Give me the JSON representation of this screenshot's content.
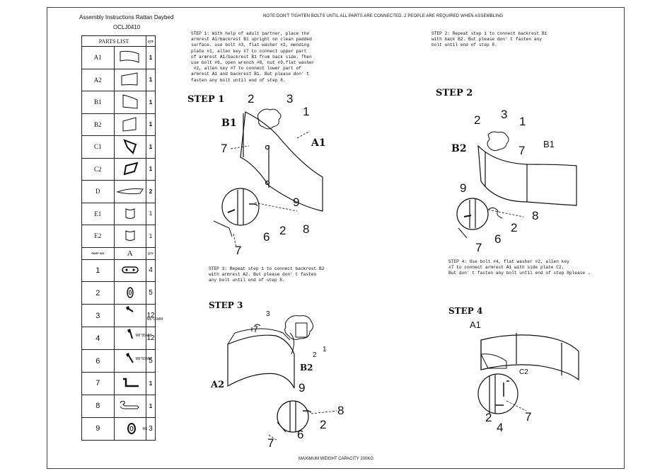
{
  "header": {
    "title": "Assembly Instructions Rattan Daybed",
    "model": "OCLJ0410",
    "note": "NOTE:DON'T TIGHTEN BOLTS UNTIL ALL PARTS ARE CONNECTED. 2 PEOPLE ARE REQUIRED WHEN ASSEMBLING"
  },
  "footer": "MAXIMUM WEIGHT CAPACITY 200KG",
  "parts_list": {
    "title": "PARTS LIST",
    "qty_header": "QTY",
    "rows": [
      {
        "id": "A1",
        "qty": "1",
        "icon": "armrest-panel-icon"
      },
      {
        "id": "A2",
        "qty": "1",
        "icon": "armrest-panel-icon"
      },
      {
        "id": "B1",
        "qty": "1",
        "icon": "backrest-panel-icon"
      },
      {
        "id": "B2",
        "qty": "1",
        "icon": "backrest-panel-icon"
      },
      {
        "id": "C1",
        "qty": "1",
        "icon": "side-plate-icon"
      },
      {
        "id": "C2",
        "qty": "1",
        "icon": "side-plate-icon"
      },
      {
        "id": "D",
        "qty": "2",
        "icon": "cushion-icon"
      },
      {
        "id": "E1",
        "qty": "1",
        "icon": "cover-icon"
      },
      {
        "id": "E2",
        "qty": "1",
        "icon": "cover-icon"
      }
    ]
  },
  "hardware_list": {
    "part_no_header": "PART NO",
    "col_header": "A",
    "qty_header": "QTY",
    "rows": [
      {
        "no": "1",
        "qty": "4",
        "spec": "",
        "icon": "mending-plate-icon"
      },
      {
        "no": "2",
        "qty": "5",
        "spec": "",
        "icon": "flat-washer-icon"
      },
      {
        "no": "3",
        "qty": "12",
        "spec": "M6*15MM",
        "icon": "bolt-icon"
      },
      {
        "no": "4",
        "qty": "12",
        "spec": "M6*35MM",
        "icon": "bolt-icon"
      },
      {
        "no": "6",
        "qty": "5",
        "spec": "M6*50MM",
        "icon": "bolt-icon"
      },
      {
        "no": "7",
        "qty": "1",
        "spec": "",
        "icon": "allen-key-icon"
      },
      {
        "no": "8",
        "qty": "1",
        "spec": "",
        "icon": "open-wrench-icon"
      },
      {
        "no": "9",
        "qty": "3",
        "spec": "M6",
        "icon": "nut-icon"
      }
    ]
  },
  "steps": {
    "step1": {
      "title": "STEP 1",
      "text": "STEP 1: With help of adult partner, place the\narmrest A1/backrest B1 upright on clean padded\nsurface. use bolt #3, flat washer #2, mending\nplate #1, allen key #7 to connect upper part\nof armrest A1/backrest B1 from back side. Then\nuse bolt #6, open wrench #8, nut #9,flat washer\n #2, allen key #7 to connect lower part of\narmrest A1 and backrest B1. But please don' t\nfasten any bolt until end of step 8.",
      "callouts": [
        "2",
        "3",
        "1",
        "B1",
        "A1",
        "7",
        "9",
        "2",
        "8",
        "6",
        "7"
      ]
    },
    "step2": {
      "title": "STEP 2",
      "text": "STEP 2: Repeat step 1 to connect backrest B1\nwith back B2. But please don' t fasten any\nbolt until end of step 8.",
      "callouts": [
        "2",
        "3",
        "1",
        "B2",
        "7",
        "B1",
        "9",
        "8",
        "2",
        "6",
        "7"
      ]
    },
    "step3": {
      "title": "STEP 3",
      "text": "STEP 3: Repeat step 1 to connect backrest B2\nwith armrest A2. But please don' t fasten\nany bolt until end of step 8.",
      "callouts": [
        "3",
        "7",
        "1",
        "2",
        "B2",
        "A2",
        "9",
        "8",
        "2",
        "6",
        "7"
      ]
    },
    "step4": {
      "title": "STEP 4",
      "text": "STEP 4: Use bolt #4, flat washer #2, allen key\n#7 to connect armrest A1 with side plate C2.\nBut don' t fasten any bolt until end of step 8please .",
      "callouts": [
        "A1",
        "C2",
        "2",
        "4",
        "7"
      ]
    }
  }
}
